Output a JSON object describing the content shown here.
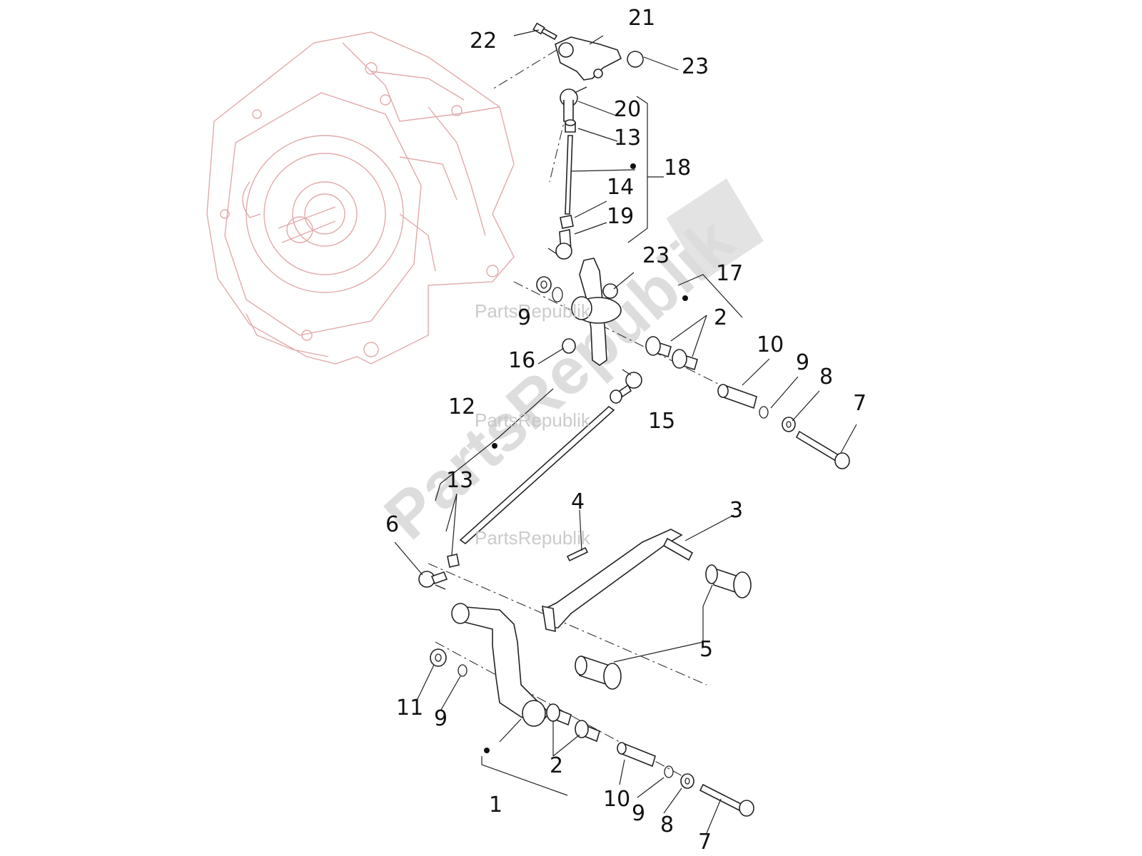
{
  "watermark": {
    "big_text": "PartsRepublik",
    "small_text": "PartsRepublik"
  },
  "callouts": [
    "1",
    "2",
    "2",
    "3",
    "4",
    "5",
    "6",
    "7",
    "7",
    "8",
    "8",
    "9",
    "9",
    "9",
    "9",
    "10",
    "10",
    "11",
    "12",
    "13",
    "13",
    "14",
    "15",
    "16",
    "17",
    "18",
    "19",
    "20",
    "21",
    "22",
    "23",
    "23"
  ],
  "colors": {
    "ghost_outline": "#e2a9a9",
    "ink": "#222222",
    "watermark": "#c6c6c6"
  }
}
